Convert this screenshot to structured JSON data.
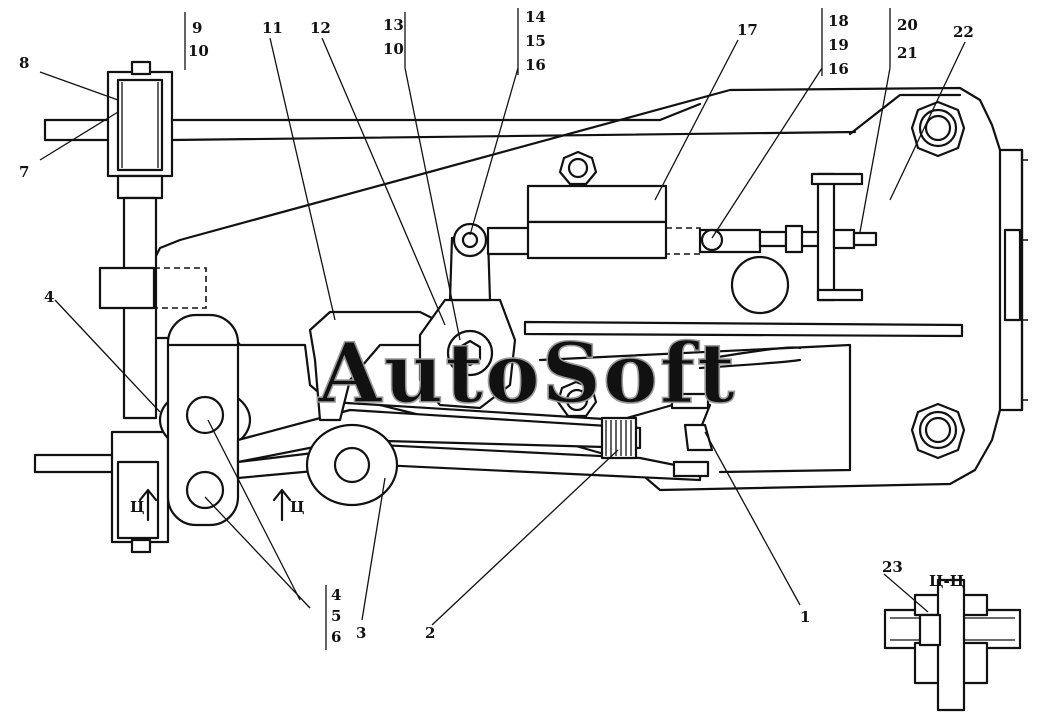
{
  "watermark": "AutoSoft",
  "section_title": "Ц-Ц",
  "section_mark": "Ц",
  "callouts": {
    "c1": "1",
    "c2": "2",
    "c3": "3",
    "c4": "4",
    "c7": "7",
    "c8": "8",
    "c11": "11",
    "c12": "12",
    "c17": "17",
    "c22": "22",
    "c23": "23"
  },
  "stacks": {
    "s9_10": [
      "9",
      "10"
    ],
    "s13_10": [
      "13",
      "10"
    ],
    "s14_16": [
      "14",
      "15",
      "16"
    ],
    "s18_16": [
      "18",
      "19",
      "16"
    ],
    "s20_21": [
      "20",
      "21"
    ],
    "s4_6": [
      "4",
      "5",
      "6"
    ]
  }
}
